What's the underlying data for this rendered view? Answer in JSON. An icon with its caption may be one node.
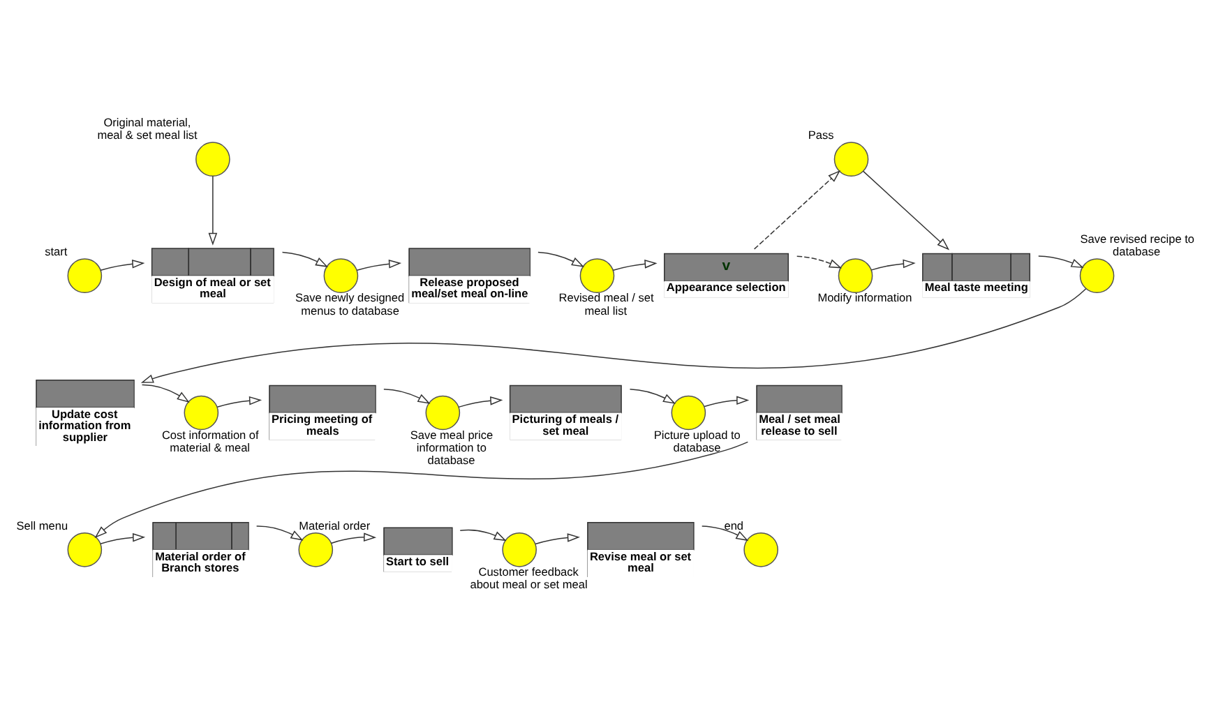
{
  "diagram": {
    "nodes": [
      {
        "text": [],
        "shape": "circle",
        "beside": [
          "start"
        ]
      },
      {
        "text": [],
        "shape": "circle",
        "beside": [
          "Original material, meal & set meal list"
        ]
      },
      {
        "text": [
          "Design of meal or set meal"
        ]
      },
      {
        "text": [],
        "shape": "circle",
        "beside": [
          "Save newly designed menus to database"
        ]
      },
      {
        "text": [
          "Release proposed meal/set meal on-line"
        ]
      },
      {
        "text": [],
        "shape": "circle",
        "beside": [
          "Revised meal / set meal list"
        ]
      },
      {
        "text": [
          "v",
          "Appearance selection"
        ]
      },
      {
        "text": [],
        "shape": "circle",
        "beside": [
          "Pass"
        ]
      },
      {
        "text": [],
        "shape": "circle",
        "beside": [
          "Modify information"
        ]
      },
      {
        "text": [
          "Meal taste meeting"
        ]
      },
      {
        "text": [],
        "shape": "circle",
        "beside": [
          "Save revised recipe to database"
        ]
      },
      {
        "text": [
          "Update cost information from supplier"
        ]
      },
      {
        "text": [],
        "shape": "circle",
        "beside": [
          "Cost information of material & meal"
        ]
      },
      {
        "text": [
          "Pricing meeting of meals"
        ]
      },
      {
        "text": [],
        "shape": "circle",
        "beside": [
          "Save meal price information to database"
        ]
      },
      {
        "text": [
          "Picturing of meals / set meal"
        ]
      },
      {
        "text": [],
        "shape": "circle",
        "beside": [
          "Picture upload to database"
        ]
      },
      {
        "text": [
          "Meal / set meal release to sell"
        ]
      },
      {
        "text": [],
        "shape": "circle",
        "beside": [
          "Sell menu"
        ]
      },
      {
        "text": [
          "Material order of Branch stores"
        ]
      },
      {
        "text": [],
        "shape": "circle",
        "beside": [
          "Material order"
        ]
      },
      {
        "text": [
          "Start to sell"
        ]
      },
      {
        "text": [],
        "shape": "circle",
        "beside": [
          "Customer feedback about meal or set meal"
        ]
      },
      {
        "text": [
          "Revise meal or set meal"
        ]
      },
      {
        "text": [],
        "shape": "circle",
        "beside": [
          "end"
        ]
      }
    ],
    "edges": [
      {
        "from": 0,
        "to": 2,
        "arrow": "to"
      },
      {
        "from": 1,
        "to": 2,
        "arrow": "to"
      },
      {
        "from": 2,
        "to": 3,
        "arrow": "to"
      },
      {
        "from": 3,
        "to": 4,
        "arrow": "to"
      },
      {
        "from": 4,
        "to": 5,
        "arrow": "to"
      },
      {
        "from": 5,
        "to": 6,
        "arrow": "to"
      },
      {
        "from": 6,
        "to": 7,
        "arrow": "to",
        "style": "dashed"
      },
      {
        "from": 6,
        "to": 8,
        "arrow": "to",
        "style": "dashed"
      },
      {
        "from": 7,
        "to": 9,
        "arrow": "to"
      },
      {
        "from": 8,
        "to": 9,
        "arrow": "to"
      },
      {
        "from": 9,
        "to": 10,
        "arrow": "to"
      },
      {
        "from": 10,
        "to": 11,
        "arrow": "to"
      },
      {
        "from": 11,
        "to": 12,
        "arrow": "to"
      },
      {
        "from": 12,
        "to": 13,
        "arrow": "to"
      },
      {
        "from": 13,
        "to": 14,
        "arrow": "to"
      },
      {
        "from": 14,
        "to": 15,
        "arrow": "to"
      },
      {
        "from": 15,
        "to": 16,
        "arrow": "to"
      },
      {
        "from": 16,
        "to": 17,
        "arrow": "to"
      },
      {
        "from": 17,
        "to": 18,
        "arrow": "to"
      },
      {
        "from": 18,
        "to": 19,
        "arrow": "to"
      },
      {
        "from": 19,
        "to": 20,
        "arrow": "to"
      },
      {
        "from": 20,
        "to": 21,
        "arrow": "to"
      },
      {
        "from": 21,
        "to": 22,
        "arrow": "to"
      },
      {
        "from": 22,
        "to": 23,
        "arrow": "to"
      },
      {
        "from": 23,
        "to": 24,
        "arrow": "to"
      }
    ]
  }
}
